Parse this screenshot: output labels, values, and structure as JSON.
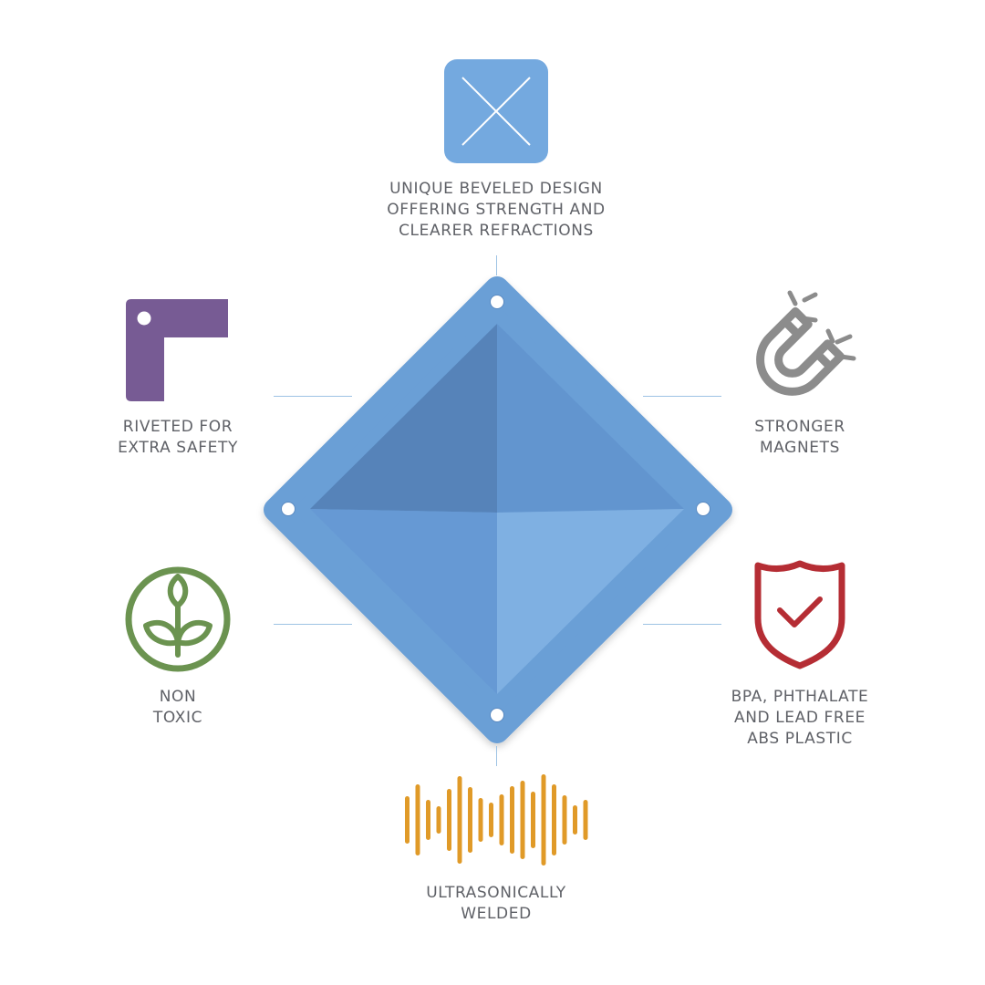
{
  "features": {
    "beveled": {
      "icon": "x-square-icon",
      "line1": "UNIQUE BEVELED DESIGN",
      "line2": "OFFERING STRENGTH AND",
      "line3": "CLEARER REFRACTIONS"
    },
    "riveted": {
      "icon": "rivet-corner-icon",
      "line1": "RIVETED FOR",
      "line2": "EXTRA SAFETY"
    },
    "magnets": {
      "icon": "magnet-icon",
      "line1": "STRONGER",
      "line2": "MAGNETS"
    },
    "non_toxic": {
      "icon": "leaf-circle-icon",
      "line1": "NON",
      "line2": "TOXIC"
    },
    "bpa_free": {
      "icon": "shield-check-icon",
      "line1": "BPA, PHTHALATE",
      "line2": "AND LEAD FREE",
      "line3": "ABS PLASTIC"
    },
    "welded": {
      "icon": "sound-wave-icon",
      "line1": "ULTRASONICALLY",
      "line2": "WELDED"
    }
  },
  "colors": {
    "blue_icon": "#74a9df",
    "purple": "#775b94",
    "magnet_gray": "#8c8c8c",
    "green": "#6b9350",
    "red": "#b52d34",
    "orange": "#e09a28",
    "diamond_outer": "#6b9fd6",
    "text": "#5f6167",
    "connector": "#9ec3e4"
  }
}
